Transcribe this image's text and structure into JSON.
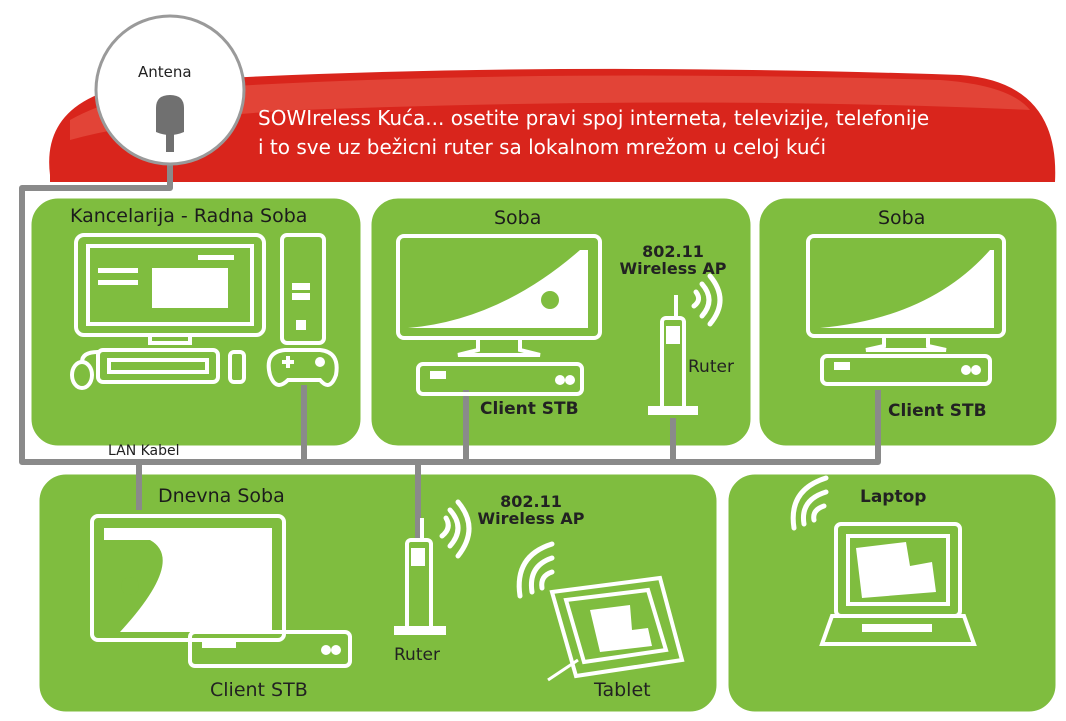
{
  "banner": {
    "line1": "SOWIreless Kuća... osetite pravi spoj interneta, televizije, telefonije",
    "line2": "i to sve uz bežicni ruter sa lokalnom mrežom u celoj kući",
    "color": "#d9251c"
  },
  "antenna": {
    "label": "Antena"
  },
  "cable": {
    "label": "LAN Kabel",
    "color": "#808080"
  },
  "colors": {
    "room_fill": "#7fbd3f",
    "room_edge": "#ffffff",
    "device_outline": "#ffffff"
  },
  "rooms": {
    "office": {
      "title": "Kancelarija - Radna Soba"
    },
    "room1": {
      "title": "Soba",
      "ap_line1": "802.11",
      "ap_line2": "Wireless AP",
      "router": "Ruter",
      "stb": "Client STB"
    },
    "room2": {
      "title": "Soba",
      "stb": "Client STB"
    },
    "living": {
      "title": "Dnevna Soba",
      "ap_line1": "802.11",
      "ap_line2": "Wireless AP",
      "router": "Ruter",
      "stb": "Client STB",
      "tablet": "Tablet"
    },
    "laptop": {
      "title": "Laptop"
    }
  }
}
